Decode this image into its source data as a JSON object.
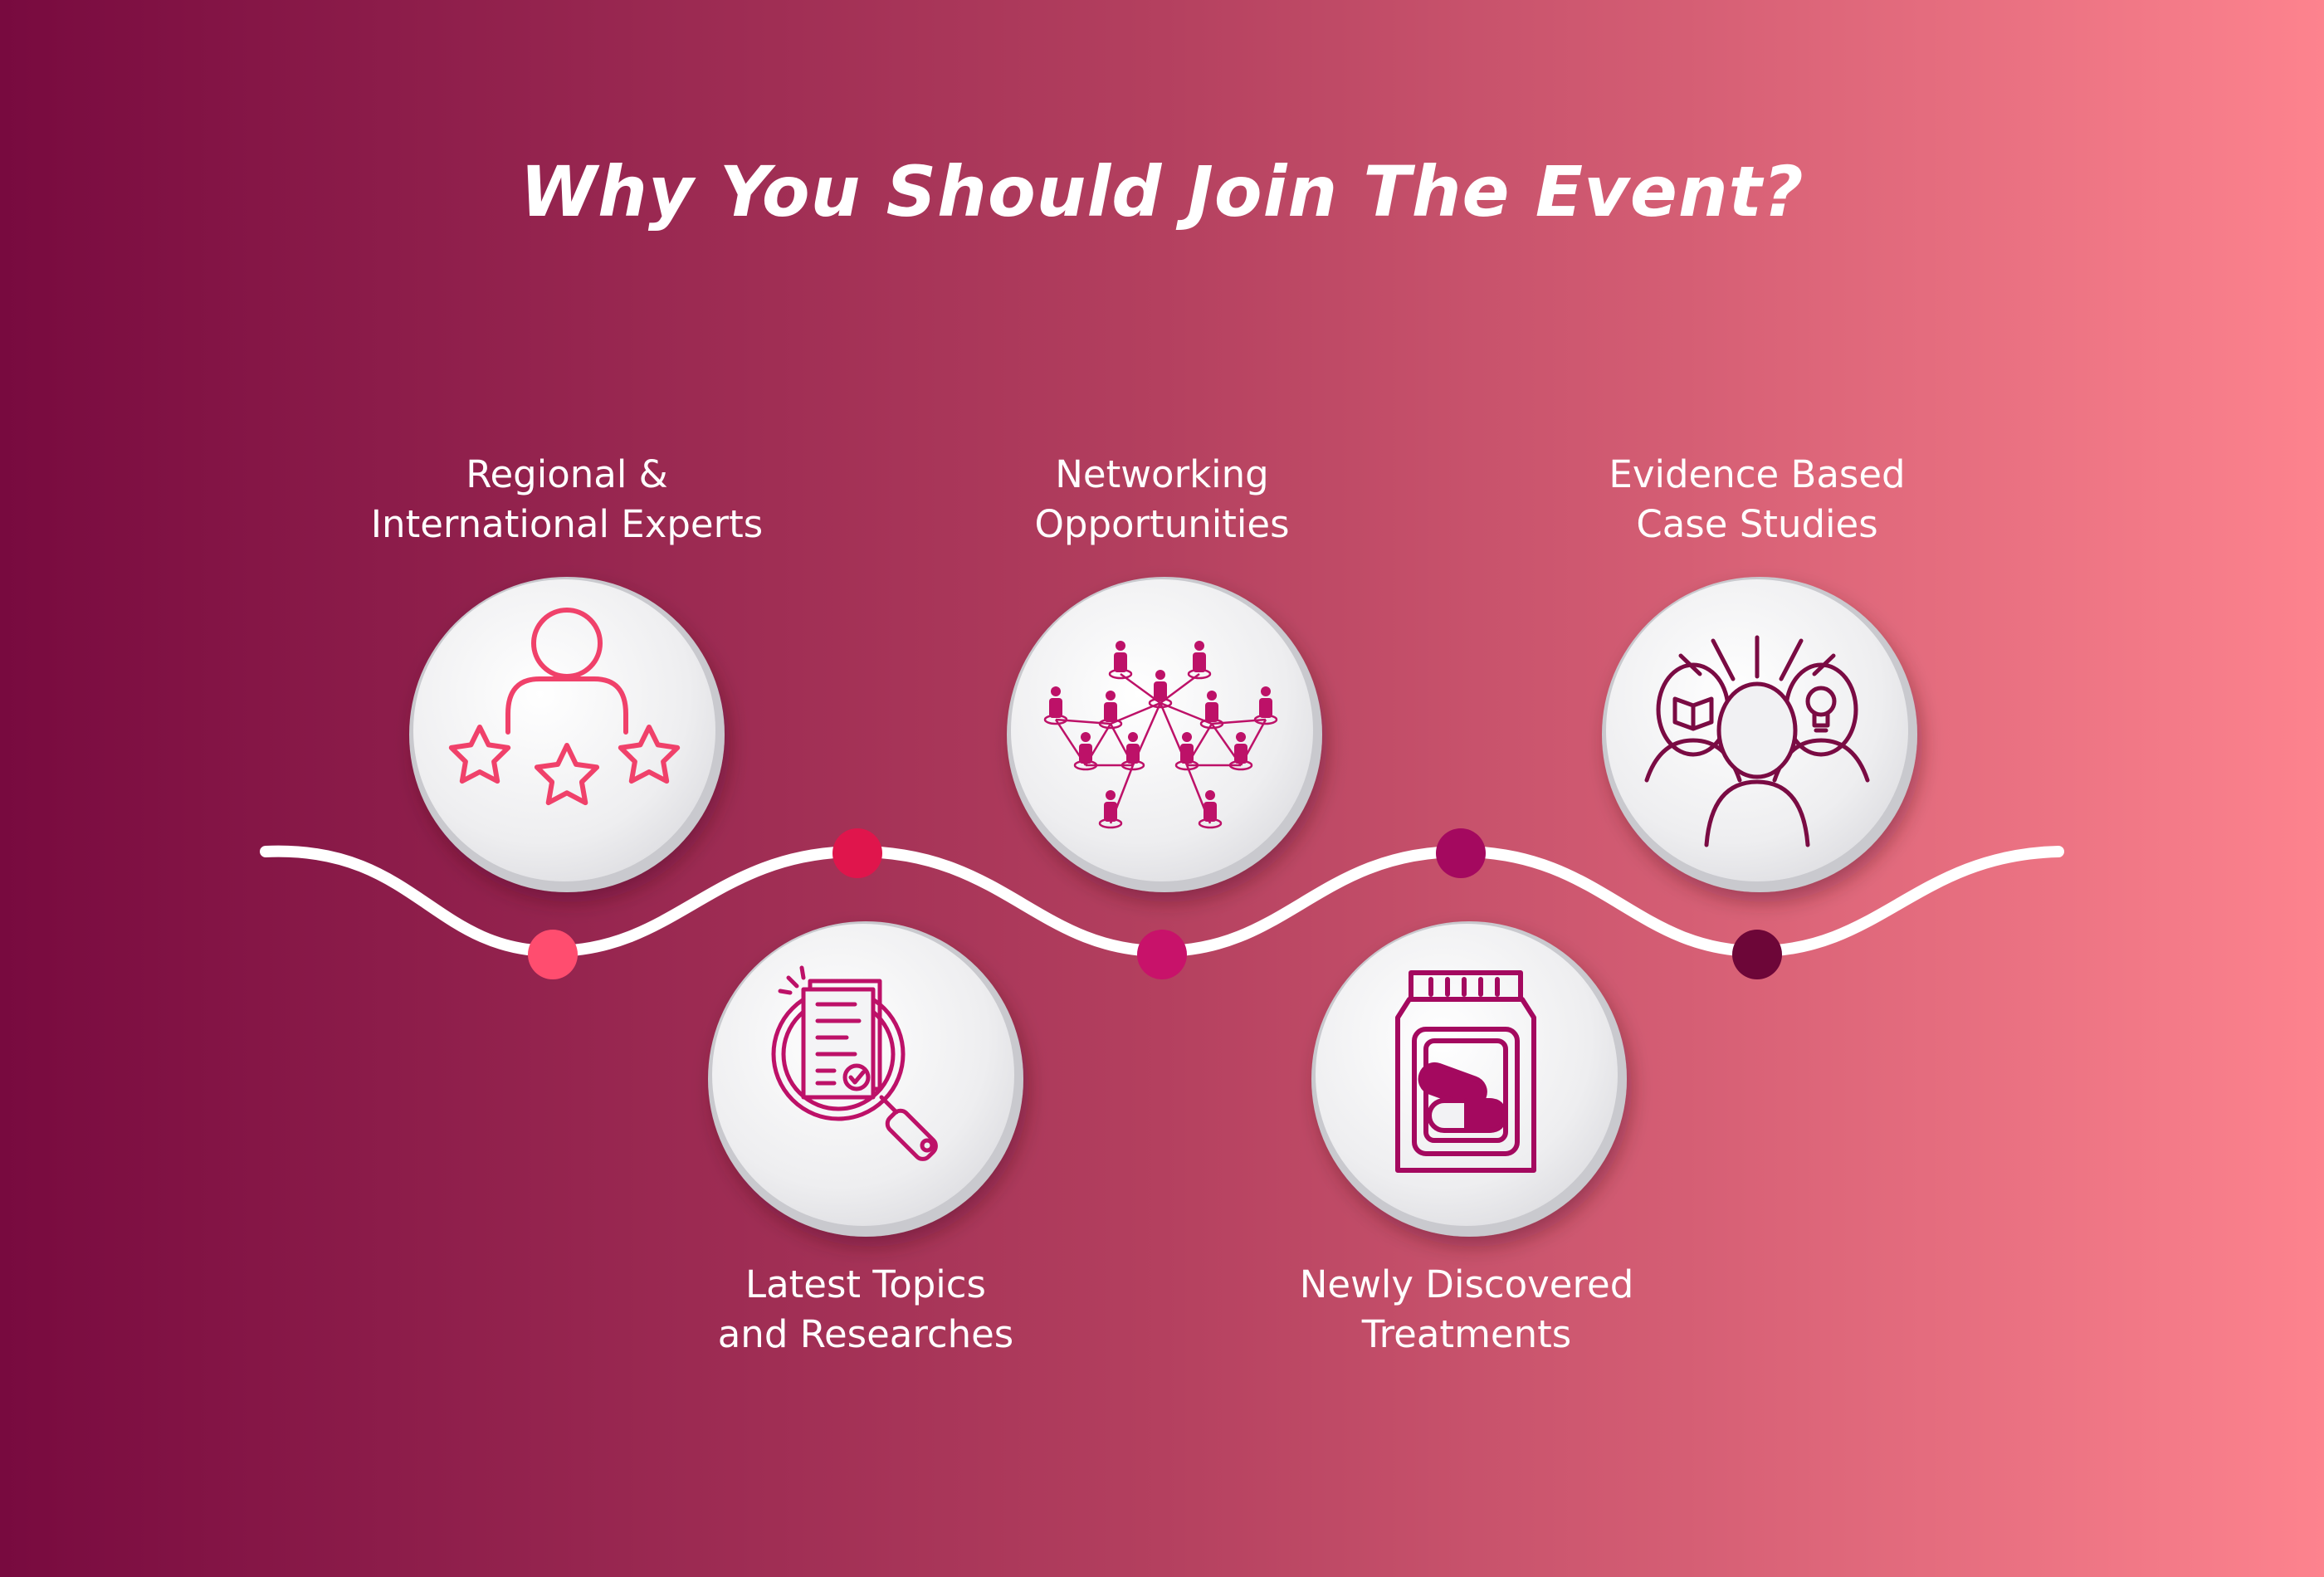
{
  "title": "Why You Should Join The Event?",
  "colors": {
    "gradient_start": "#780a3f",
    "gradient_end": "#fd838e",
    "line": "#ffffff",
    "circle_face": "#f1f1f3",
    "icon_pink": "#f0416a",
    "icon_magenta": "#bd1168",
    "icon_plum": "#7a0b43"
  },
  "features": [
    {
      "line1": "Regional &",
      "line2": "International Experts",
      "icon": "user-stars-icon"
    },
    {
      "line1": "Latest Topics",
      "line2": "and Researches",
      "icon": "document-magnifier-icon"
    },
    {
      "line1": "Networking",
      "line2": "Opportunities",
      "icon": "people-network-icon"
    },
    {
      "line1": "Newly Discovered",
      "line2": "Treatments",
      "icon": "pill-bottle-icon"
    },
    {
      "line1": "Evidence Based",
      "line2": "Case Studies",
      "icon": "thinking-heads-icon"
    }
  ],
  "timeline_dots": [
    "#ff4d6f",
    "#e0154c",
    "#c8126a",
    "#a4095f",
    "#6d0638"
  ]
}
